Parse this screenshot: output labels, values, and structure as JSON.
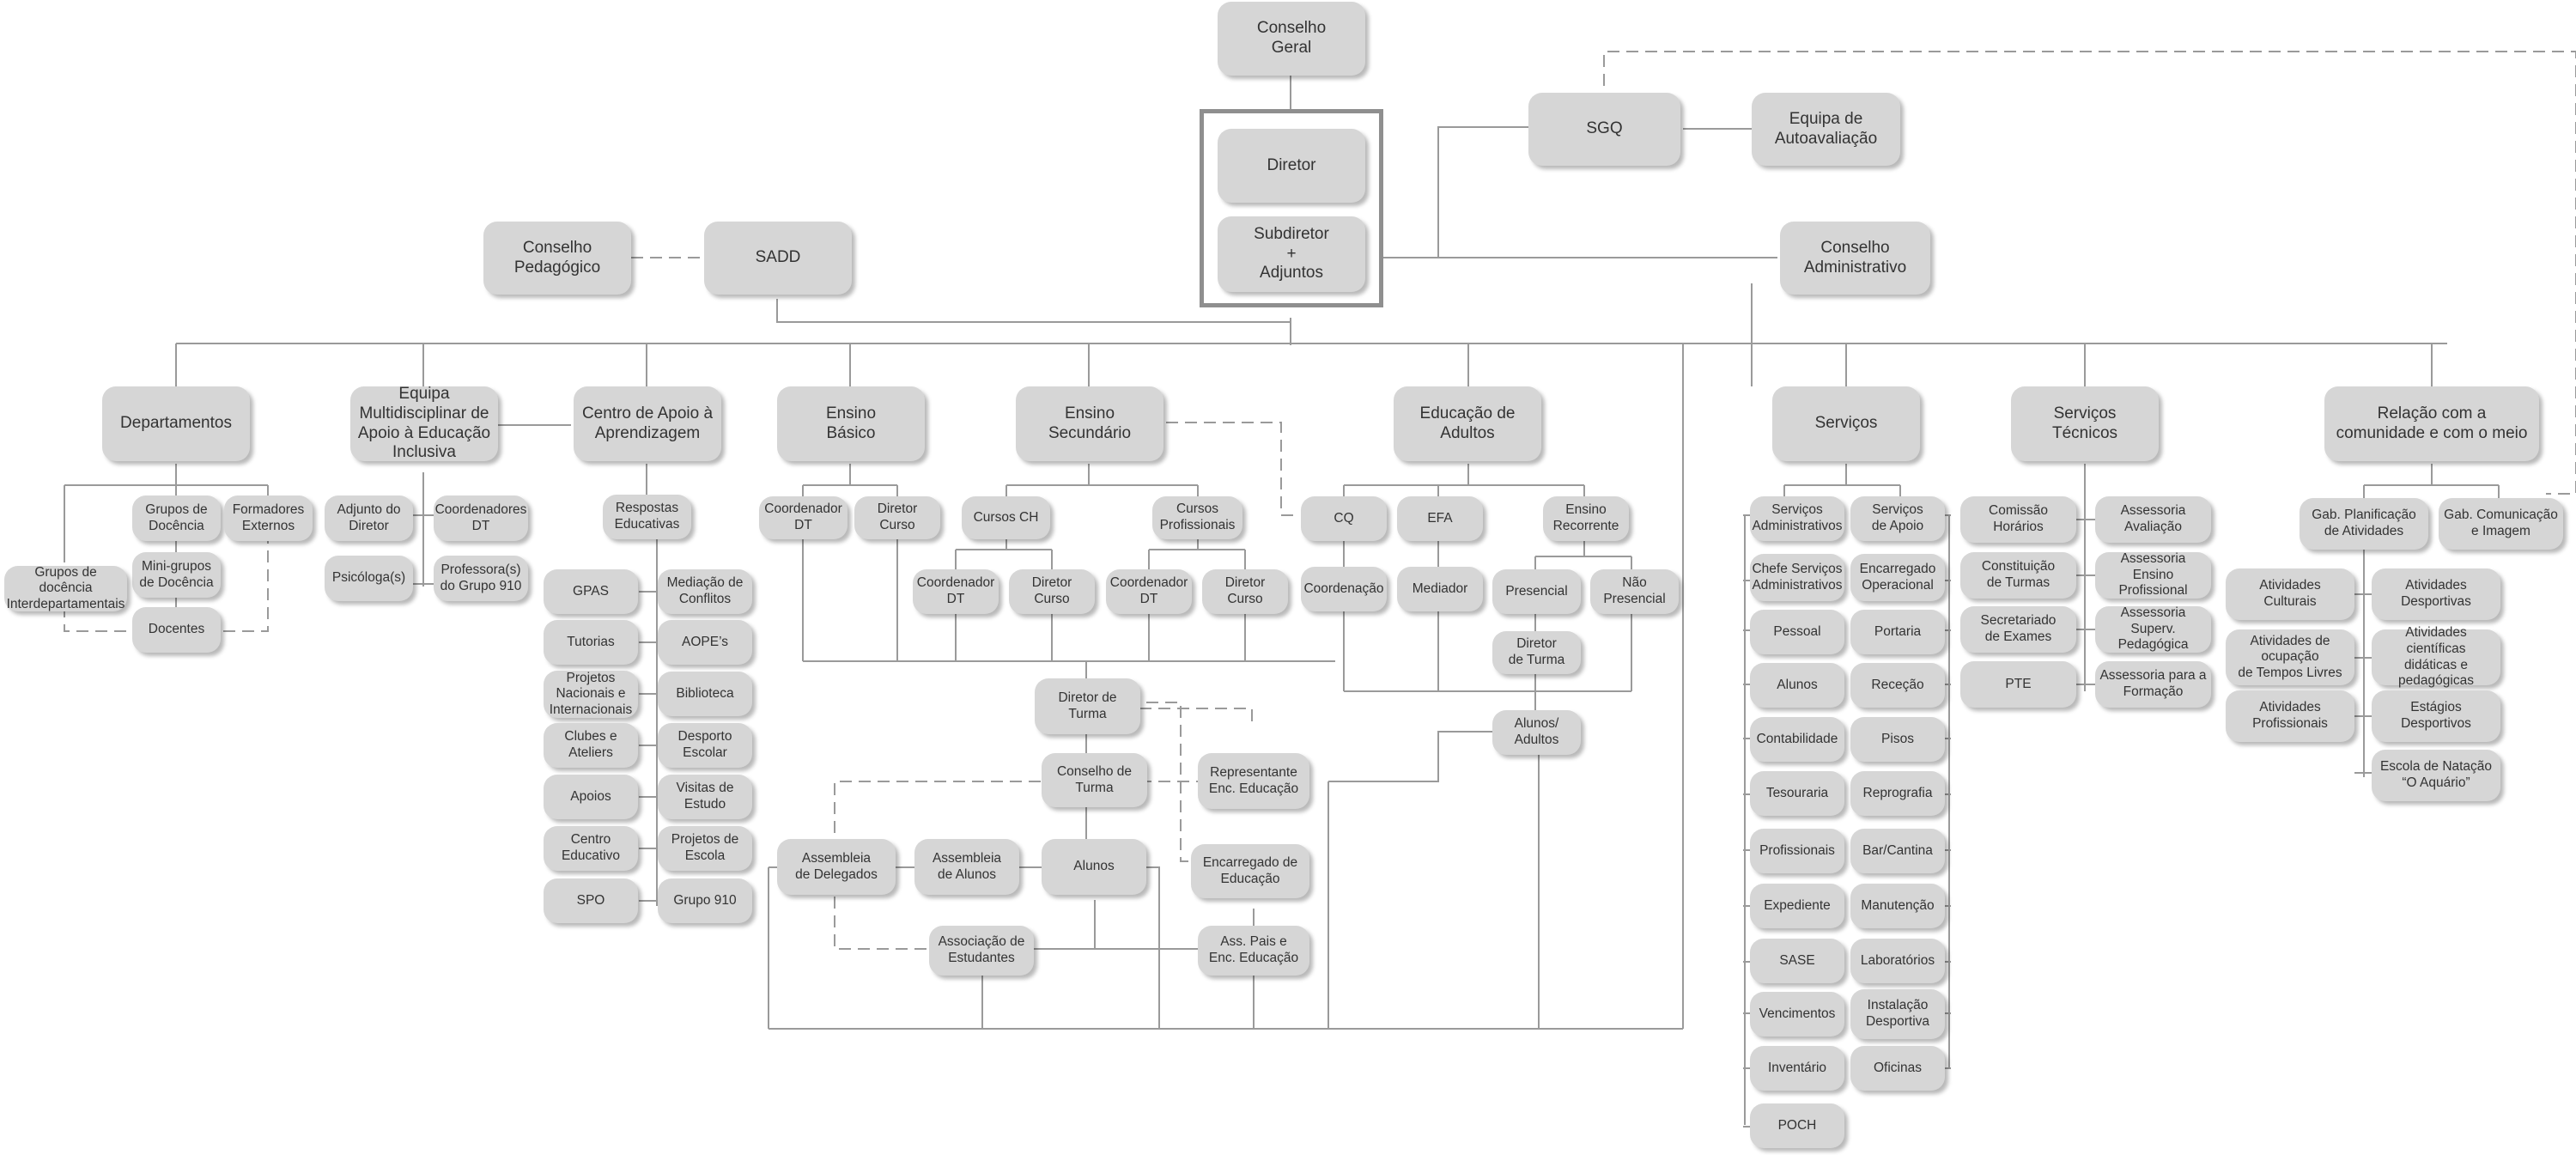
{
  "colors": {
    "box": "#d6d6d6",
    "line": "#9a9a9a",
    "text": "#333333",
    "frame": "#8f8f8f"
  },
  "nodes": {
    "conselho_geral": "Conselho\nGeral",
    "diretor": "Diretor",
    "subdiretor": "Subdiretor\n+\nAdjuntos",
    "sgq": "SGQ",
    "equipa_autoavaliacao": "Equipa de\nAutoavaliação",
    "conselho_pedagogico": "Conselho\nPedagógico",
    "sadd": "SADD",
    "conselho_administrativo": "Conselho\nAdministrativo",
    "departamentos": "Departamentos",
    "equipa_multidisciplinar": "Equipa\nMultidisciplinar de\nApoio à Educação\nInclusiva",
    "centro_apoio": "Centro de Apoio à\nAprendizagem",
    "ensino_basico": "Ensino\nBásico",
    "ensino_secundario": "Ensino\nSecundário",
    "educacao_adultos": "Educação de\nAdultos",
    "servicos": "Serviços",
    "servicos_tecnicos": "Serviços\nTécnicos",
    "relacao_comunidade": "Relação com a\ncomunidade e com o meio",
    "grupos_docencia": "Grupos de\nDocência",
    "formadores_externos": "Formadores\nExternos",
    "mini_grupos": "Mini-grupos\nde Docência",
    "grupos_interdep": "Grupos de docência\nInterdepartamentais",
    "docentes": "Docentes",
    "adjunto_diretor": "Adjunto do\nDiretor",
    "coordenadores_dt": "Coordenadores\nDT",
    "psicologa": "Psicóloga(s)",
    "professoras_910": "Professora(s)\ndo Grupo 910",
    "respostas_educativas": "Respostas\nEducativas",
    "gpas": "GPAS",
    "mediacao_conflitos": "Mediação de\nConflitos",
    "tutorias": "Tutorias",
    "aopes": "AOPE’s",
    "projetos_nac": "Projetos\nNacionais e\nInternacionais",
    "biblioteca": "Biblioteca",
    "clubes_ateliers": "Clubes e\nAteliers",
    "desporto_escolar": "Desporto\nEscolar",
    "apoios": "Apoios",
    "visitas_estudo": "Visitas de\nEstudo",
    "centro_educativo": "Centro\nEducativo",
    "projetos_escola": "Projetos de\nEscola",
    "spo": "SPO",
    "grupo_910": "Grupo 910",
    "eb_coord_dt": "Coordenador\nDT",
    "eb_diretor_curso": "Diretor\nCurso",
    "cursos_ch": "Cursos CH",
    "cursos_prof": "Cursos\nProfissionais",
    "ch_coord_dt": "Coordenador\nDT",
    "ch_diretor_curso": "Diretor\nCurso",
    "cp_coord_dt": "Coordenador\nDT",
    "cp_diretor_curso": "Diretor\nCurso",
    "cq": "CQ",
    "efa": "EFA",
    "ensino_recorrente": "Ensino\nRecorrente",
    "coordenacao": "Coordenação",
    "mediador": "Mediador",
    "presencial": "Presencial",
    "nao_presencial": "Não\nPresencial",
    "ea_diretor_turma": "Diretor\nde Turma",
    "alunos_adultos": "Alunos/\nAdultos",
    "diretor_turma": "Diretor de\nTurma",
    "conselho_turma": "Conselho de\nTurma",
    "representante_ee": "Representante\nEnc. Educação",
    "assembleia_delegados": "Assembleia\nde Delegados",
    "assembleia_alunos": "Assembleia\nde Alunos",
    "alunos": "Alunos",
    "encarregado_educacao": "Encarregado de\nEducação",
    "associacao_estudantes": "Associação de\nEstudantes",
    "ass_pais": "Ass. Pais e\nEnc. Educação",
    "servicos_administrativos": "Serviços\nAdministrativos",
    "servicos_apoio": "Serviços\nde Apoio",
    "chefe_servicos": "Chefe Serviços\nAdministrativos",
    "encarregado_operacional": "Encarregado\nOperacional",
    "pessoal": "Pessoal",
    "portaria": "Portaria",
    "sa_alunos": "Alunos",
    "rececao": "Receção",
    "contabilidade": "Contabilidade",
    "pisos": "Pisos",
    "tesouraria": "Tesouraria",
    "reprografia": "Reprografia",
    "profissionais": "Profissionais",
    "bar_cantina": "Bar/Cantina",
    "expediente": "Expediente",
    "manutencao": "Manutenção",
    "sase": "SASE",
    "laboratorios": "Laboratórios",
    "vencimentos": "Vencimentos",
    "instalacao_desportiva": "Instalação\nDesportiva",
    "inventario": "Inventário",
    "oficinas": "Oficinas",
    "poch": "POCH",
    "comissao_horarios": "Comissão\nHorários",
    "assessoria_avaliacao": "Assessoria\nAvaliação",
    "constituicao_turmas": "Constituição\nde Turmas",
    "assessoria_ensino_prof": "Assessoria Ensino\nProfissional",
    "secretariado_exames": "Secretariado\nde Exames",
    "assessoria_superv": "Assessoria Superv.\nPedagógica",
    "pte": "PTE",
    "assessoria_formacao": "Assessoria para a\nFormação",
    "gab_planificacao": "Gab. Planificação\nde Atividades",
    "gab_comunicacao": "Gab. Comunicação\ne Imagem",
    "atividades_culturais": "Atividades\nCulturais",
    "atividades_desportivas": "Atividades\nDesportivas",
    "atividades_ocupacao": "Atividades de\nocupação\nde Tempos Livres",
    "atividades_cientificas": "Atividades científicas\ndidáticas e\npedagógicas",
    "atividades_profissionais": "Atividades\nProfissionais",
    "estagios_desportivos": "Estágios\nDesportivos",
    "escola_natacao": "Escola de Natação\n“O Aquário”"
  }
}
